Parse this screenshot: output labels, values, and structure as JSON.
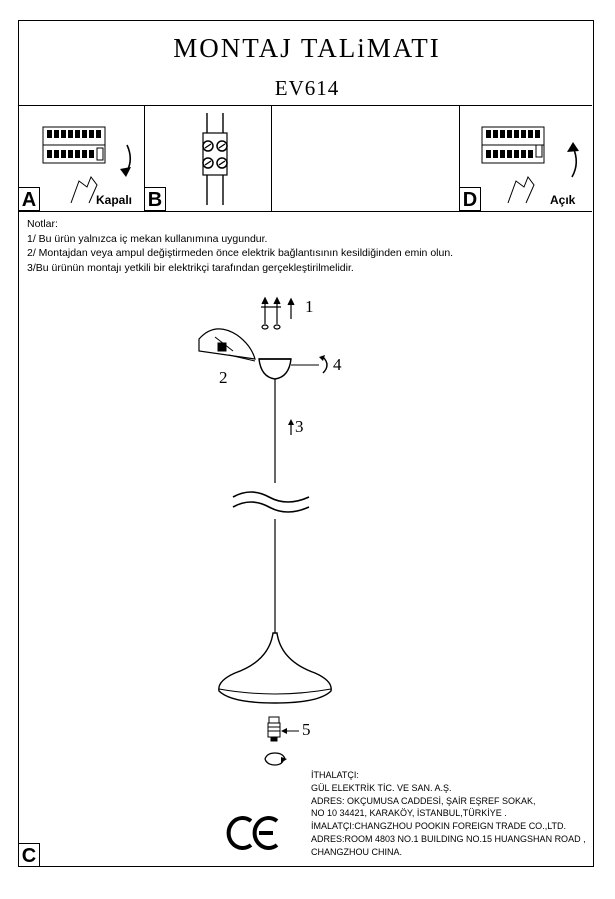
{
  "header": {
    "title": "MONTAJ TALiMATI",
    "code": "EV614"
  },
  "panels": {
    "a": {
      "letter": "A",
      "label": "Kapalı"
    },
    "b": {
      "letter": "B"
    },
    "d": {
      "letter": "D",
      "label": "Açık"
    }
  },
  "notes": {
    "heading": "Notlar:",
    "items": [
      "1/ Bu ürün yalnızca iç mekan kullanımına uygundur.",
      "2/ Montajdan veya ampul değiştirmeden önce elektrik bağlantısının kesildiğinden emin olun.",
      "3/Bu ürünün montajı yetkili bir elektrikçi tarafından gerçekleştirilmelidir."
    ]
  },
  "diagram": {
    "callouts": [
      "1",
      "2",
      "3",
      "4",
      "5"
    ]
  },
  "importer": {
    "lines": [
      "İTHALATÇI:",
      "GÜL ELEKTRİK TİC. VE SAN. A.Ş.",
      "ADRES: OKÇUMUSA CADDESİ, ŞAİR EŞREF SOKAK,",
      "NO 10 34421, KARAKÖY, İSTANBUL,TÜRKİYE .",
      "İMALATÇI:CHANGZHOU POOKIN FOREIGN TRADE CO.,LTD.",
      "ADRES:ROOM 4803 NO.1 BUILDING NO.15 HUANGSHAN ROAD ,",
      "CHANGZHOU CHINA."
    ]
  },
  "footer": {
    "panel_letter": "C",
    "ce_mark": "CE"
  }
}
